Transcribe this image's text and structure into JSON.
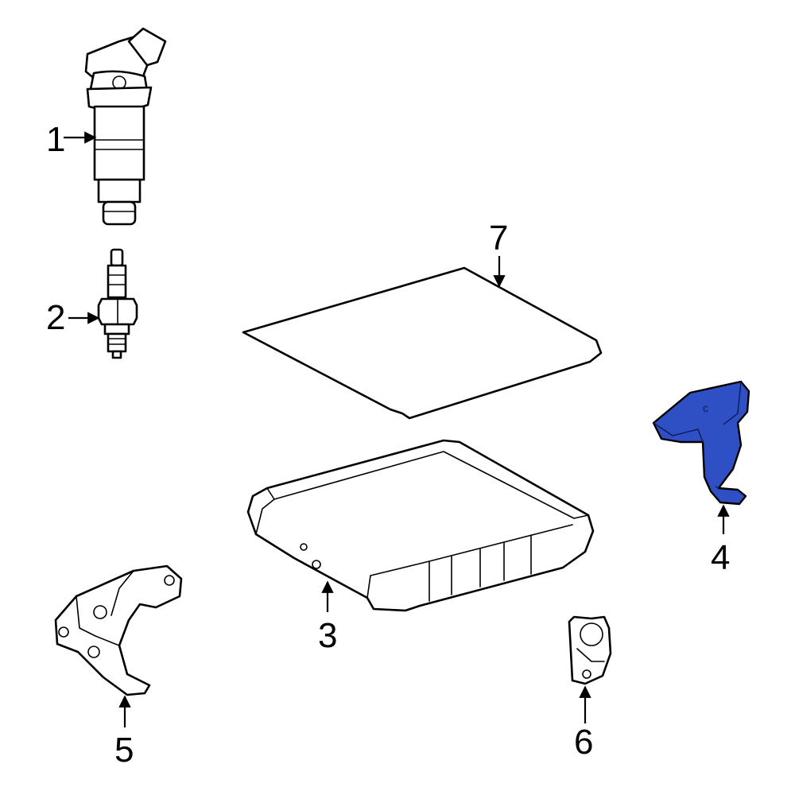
{
  "callouts": [
    {
      "id": "1",
      "label": "1"
    },
    {
      "id": "2",
      "label": "2"
    },
    {
      "id": "3",
      "label": "3"
    },
    {
      "id": "4",
      "label": "4"
    },
    {
      "id": "5",
      "label": "5"
    },
    {
      "id": "6",
      "label": "6"
    },
    {
      "id": "7",
      "label": "7"
    }
  ],
  "highlighted_part": "4",
  "colors": {
    "highlight": "#2f4fc4",
    "line": "#000000",
    "background": "#ffffff"
  }
}
